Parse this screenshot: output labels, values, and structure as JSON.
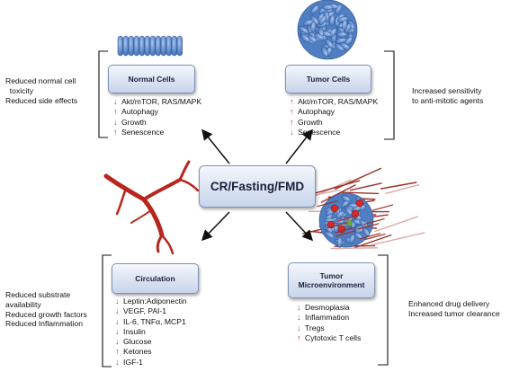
{
  "center": {
    "label": "CR/Fasting/FMD"
  },
  "normal": {
    "title": "Normal Cells",
    "items": [
      {
        "dir": "down",
        "text": "Akt/mTOR, RAS/MAPK"
      },
      {
        "dir": "up",
        "text": "Autophagy"
      },
      {
        "dir": "down",
        "text": "Growth"
      },
      {
        "dir": "up",
        "text": "Senescence"
      }
    ],
    "notes": [
      "Reduced normal cell",
      "  toxicity",
      "Reduced side effects"
    ]
  },
  "tumor": {
    "title": "Tumor Cells",
    "items": [
      {
        "dir": "up",
        "text": "Akt/mTOR, RAS/MAPK"
      },
      {
        "dir": "up",
        "text": "Autophagy"
      },
      {
        "dir": "up",
        "text": "Growth"
      },
      {
        "dir": "down",
        "text": "Senescence"
      }
    ],
    "notes": [
      "Increased sensitivity",
      "to anti-mitotic agents"
    ]
  },
  "circulation": {
    "title": "Circulation",
    "items": [
      {
        "dir": "down",
        "text": "Leptin:Adiponectin"
      },
      {
        "dir": "down",
        "text": "VEGF, PAI-1"
      },
      {
        "dir": "down",
        "text": "IL-6, TNFα, MCP1"
      },
      {
        "dir": "down",
        "text": "Insulin"
      },
      {
        "dir": "down",
        "text": "Glucose"
      },
      {
        "dir": "up",
        "text": "Ketones"
      },
      {
        "dir": "down",
        "text": "IGF-1"
      }
    ],
    "notes": [
      "Reduced substrate",
      "availability",
      "Reduced growth factors",
      "Reduced Inflammation"
    ]
  },
  "micro": {
    "title_line1": "Tumor",
    "title_line2": "Microenvironment",
    "items": [
      {
        "dir": "down",
        "text": "Desmoplasia"
      },
      {
        "dir": "down",
        "text": "Inflammation"
      },
      {
        "dir": "down",
        "text": "Tregs"
      },
      {
        "dir": "up",
        "text": "Cytotoxic T cells"
      }
    ],
    "notes": [
      "Enhanced drug delivery",
      "Increased tumor clearance"
    ]
  },
  "colors": {
    "up_arrow": "#d02020",
    "down_arrow": "#2a8a2a",
    "vessel": "#b8251c",
    "cell_blue": "#5b8fd6",
    "box_border": "#7f93b3"
  },
  "icons": [
    "normal-cell-row-illustration",
    "tumor-cell-cluster-illustration",
    "blood-vessel-illustration",
    "tumor-microenvironment-illustration"
  ]
}
